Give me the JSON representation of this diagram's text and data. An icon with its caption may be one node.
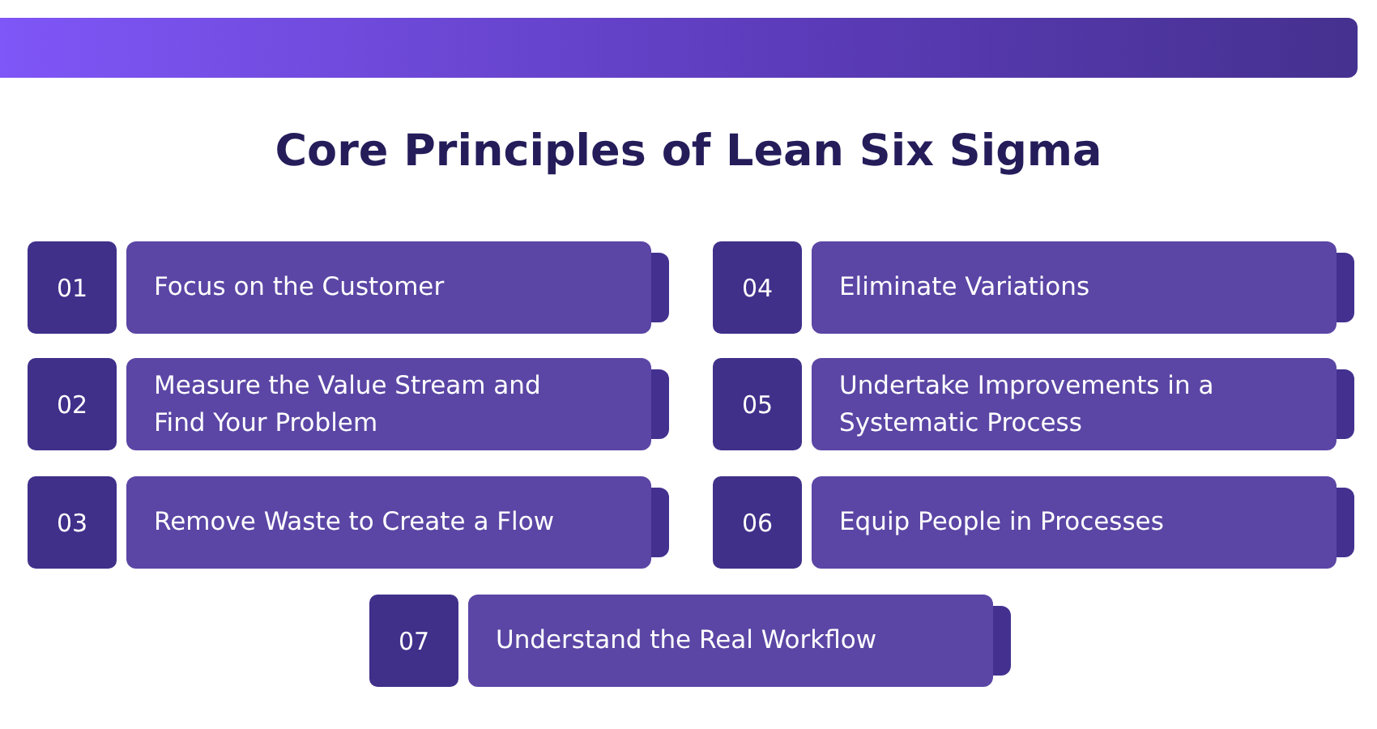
{
  "diagram": {
    "title": "Core Principles of Lean Six Sigma",
    "nodes": [
      {
        "text": [
          "01"
        ]
      },
      {
        "text": [
          "Focus on the Customer"
        ]
      },
      {
        "text": [
          "04"
        ]
      },
      {
        "text": [
          "Eliminate Variations"
        ]
      },
      {
        "text": [
          "02"
        ]
      },
      {
        "text": [
          "Measure the Value Stream and Find Your Problem"
        ]
      },
      {
        "text": [
          "05"
        ]
      },
      {
        "text": [
          "Undertake Improvements in a Systematic Process"
        ]
      },
      {
        "text": [
          "03"
        ]
      },
      {
        "text": [
          "Remove Waste to Create a Flow"
        ]
      },
      {
        "text": [
          "06"
        ]
      },
      {
        "text": [
          "Equip People in Processes"
        ]
      },
      {
        "text": [
          "07"
        ]
      },
      {
        "text": [
          "Understand the Real Workflow"
        ]
      }
    ]
  }
}
